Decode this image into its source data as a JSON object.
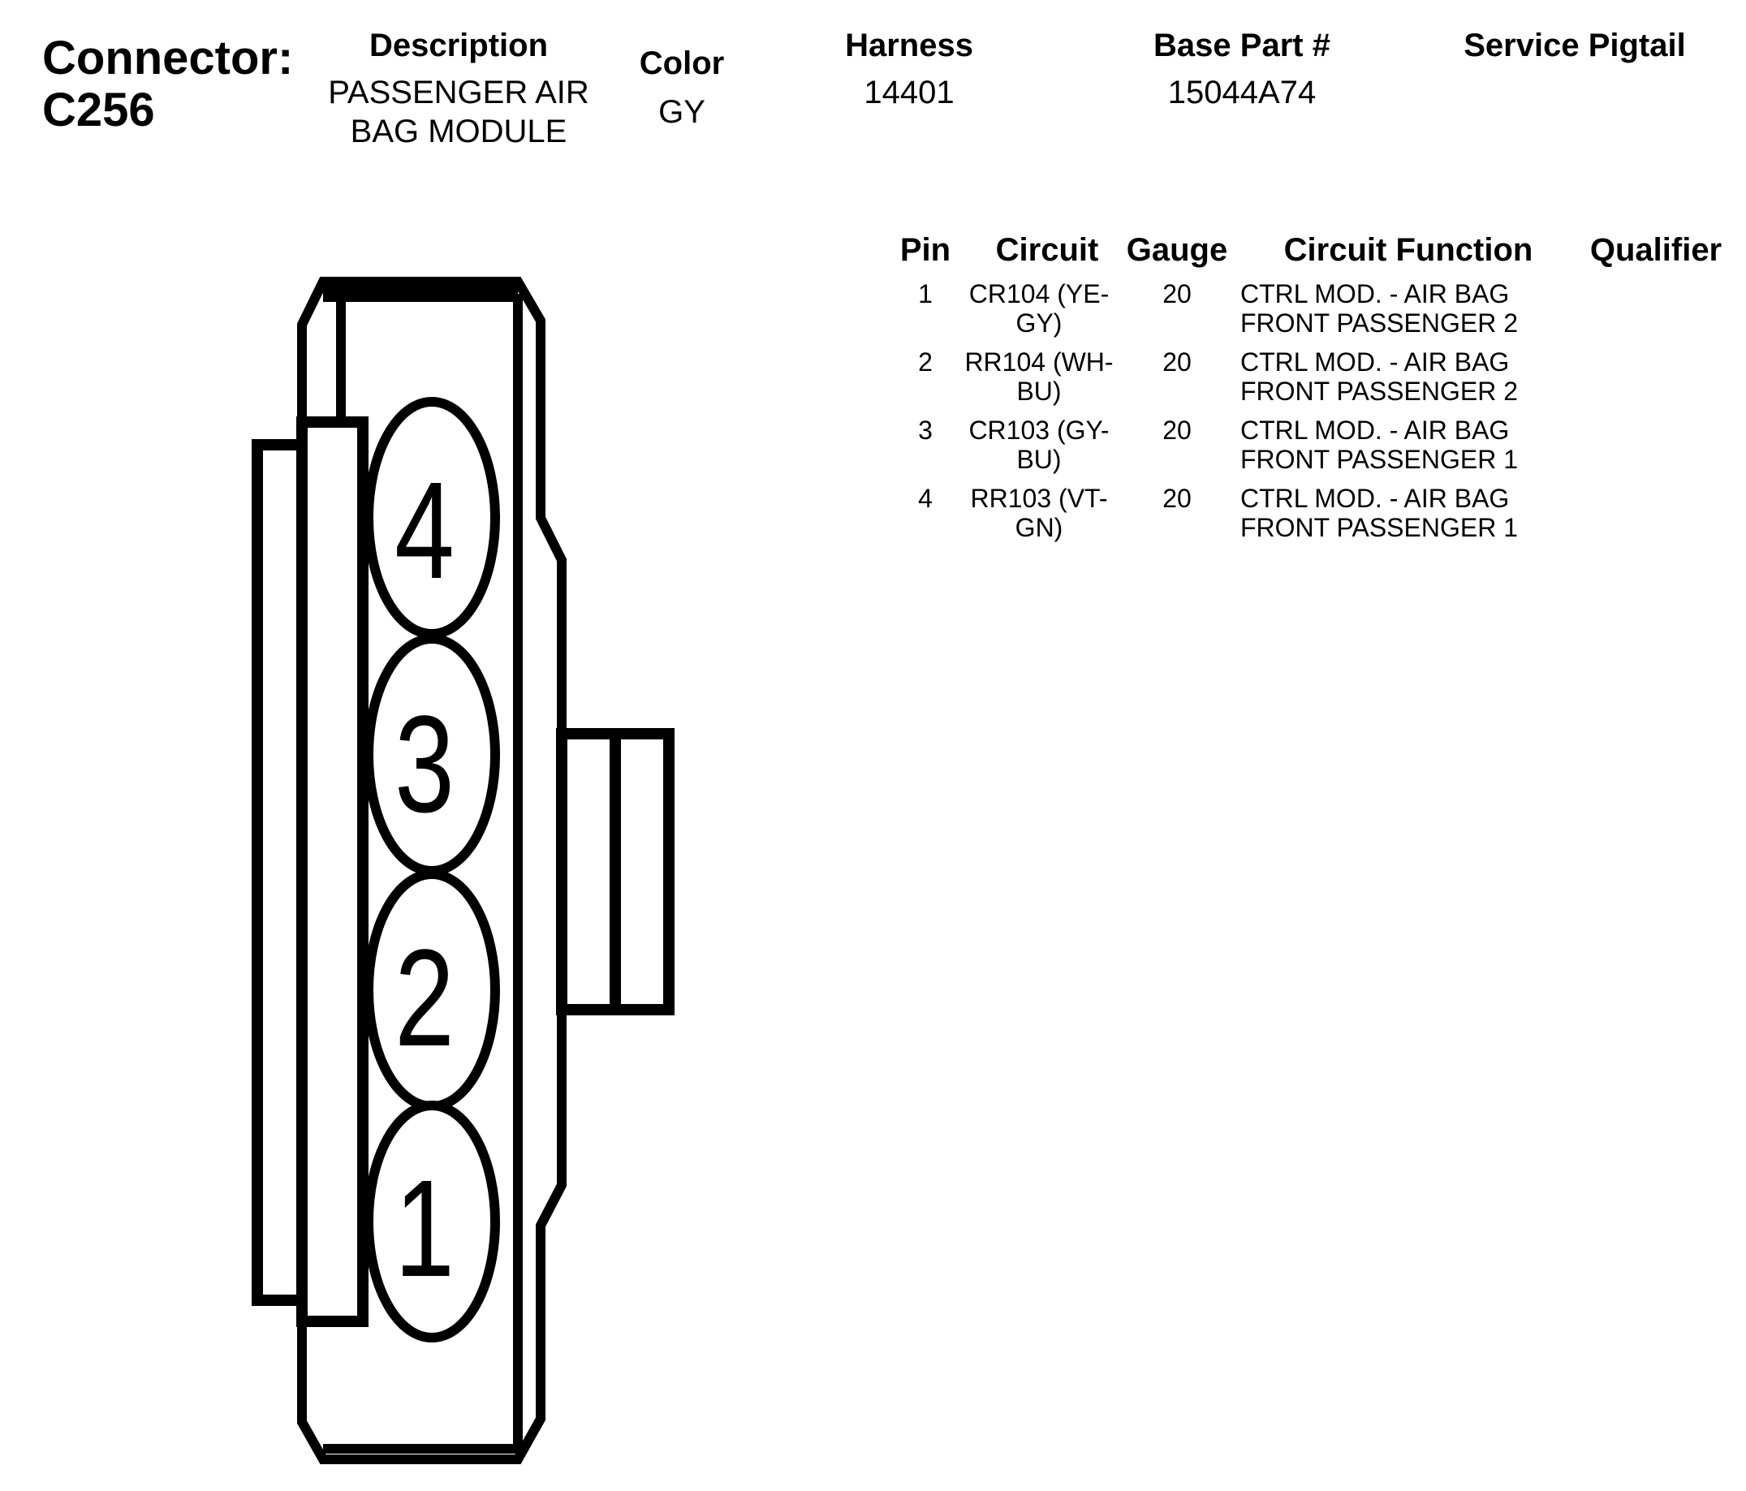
{
  "header": {
    "connector_label": "Connector:",
    "connector_id": "C256",
    "description_label": "Description",
    "description_line1": "PASSENGER AIR",
    "description_line2": "BAG MODULE",
    "color_label": "Color",
    "color_value": "GY",
    "harness_label": "Harness",
    "harness_value": "14401",
    "base_part_label": "Base Part #",
    "base_part_value": "15044A74",
    "service_pigtail_label": "Service Pigtail"
  },
  "table": {
    "headers": {
      "pin": "Pin",
      "circuit": "Circuit",
      "gauge": "Gauge",
      "function": "Circuit Function",
      "qualifier": "Qualifier"
    },
    "rows": [
      {
        "pin": "1",
        "circuit_l1": "CR104 (YE-",
        "circuit_l2": "GY)",
        "gauge": "20",
        "function_l1": "CTRL MOD. - AIR BAG",
        "function_l2": "FRONT PASSENGER 2"
      },
      {
        "pin": "2",
        "circuit_l1": "RR104 (WH-",
        "circuit_l2": "BU)",
        "gauge": "20",
        "function_l1": "CTRL MOD. - AIR BAG",
        "function_l2": "FRONT PASSENGER 2"
      },
      {
        "pin": "3",
        "circuit_l1": "CR103 (GY-",
        "circuit_l2": "BU)",
        "gauge": "20",
        "function_l1": "CTRL MOD. - AIR BAG",
        "function_l2": "FRONT PASSENGER 1"
      },
      {
        "pin": "4",
        "circuit_l1": "RR103 (VT-",
        "circuit_l2": "GN)",
        "gauge": "20",
        "function_l1": "CTRL MOD. - AIR BAG",
        "function_l2": "FRONT PASSENGER 1"
      }
    ]
  },
  "diagram": {
    "pins": [
      "4",
      "3",
      "2",
      "1"
    ]
  }
}
